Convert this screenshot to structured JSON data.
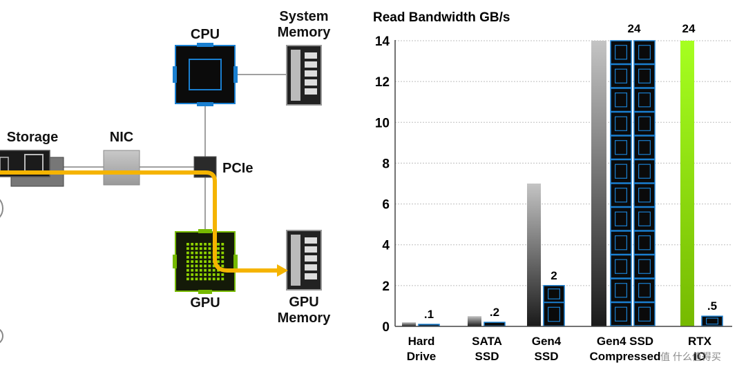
{
  "diagram": {
    "cpu": "CPU",
    "system_memory": "System\nMemory",
    "storage": "Storage",
    "nic": "NIC",
    "pcie": "PCIe",
    "gpu": "GPU",
    "gpu_memory": "GPU\nMemory",
    "path_color": "#F5B400"
  },
  "chart_data": {
    "type": "bar",
    "title": "Read Bandwidth GB/s",
    "ylim": [
      0,
      14
    ],
    "yticks": [
      "0",
      "2",
      "4",
      "6",
      "8",
      "10",
      "12",
      "14"
    ],
    "grid": true,
    "categories": [
      "Hard\nDrive",
      "SATA\nSSD",
      "Gen4\nSSD",
      "Gen4 SSD\nCompressed",
      "RTX\nIO"
    ],
    "series": [
      {
        "values": [
          0.2,
          0.5,
          7,
          14,
          14
        ]
      },
      {
        "values": [
          0.1,
          0.2,
          2,
          24,
          0.5
        ]
      }
    ],
    "value_labels": [
      ".1",
      ".2",
      "2",
      "24",
      ".5"
    ],
    "top_labels": [
      "",
      "",
      "",
      "24",
      "24"
    ],
    "accent_color": "#76B900"
  },
  "watermark": "值 什么值得买"
}
